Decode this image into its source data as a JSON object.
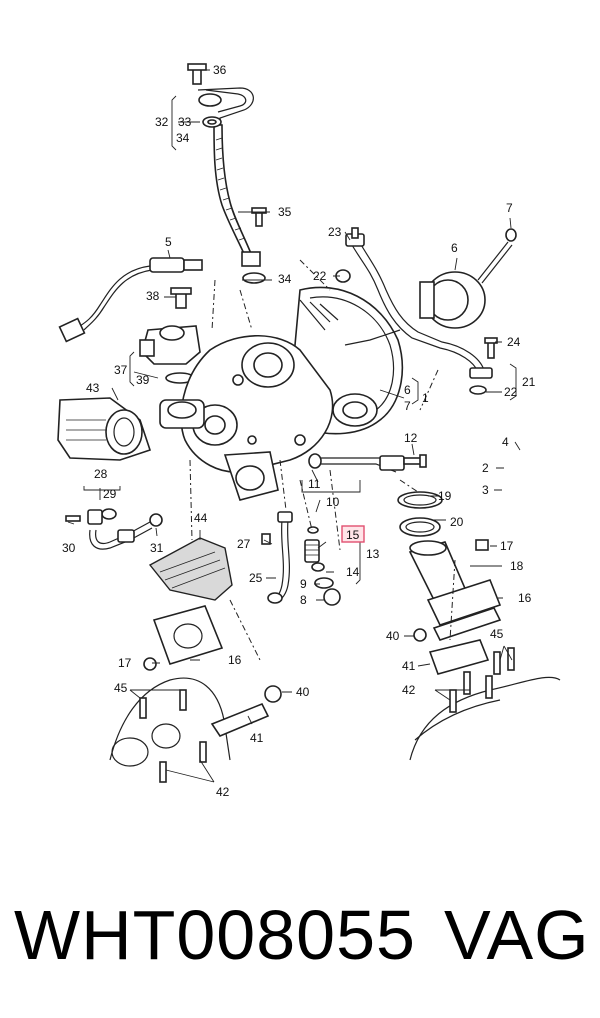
{
  "colors": {
    "highlight_fill": "#ffe4e8",
    "highlight_stroke": "#e05070",
    "ink": "#222222"
  },
  "callouts": [
    "1",
    "2",
    "3",
    "4",
    "5",
    "6",
    "7",
    "8",
    "9",
    "10",
    "11",
    "12",
    "13",
    "14",
    "15",
    "16",
    "17",
    "18",
    "19",
    "20",
    "21",
    "22",
    "23",
    "24",
    "25",
    "27",
    "28",
    "29",
    "30",
    "31",
    "32",
    "33",
    "34",
    "35",
    "36",
    "37",
    "38",
    "39",
    "40",
    "41",
    "42",
    "43",
    "44",
    "45"
  ],
  "highlighted_callout": "15",
  "caption": {
    "part_number": "WHT008055",
    "brand": "VAG"
  }
}
